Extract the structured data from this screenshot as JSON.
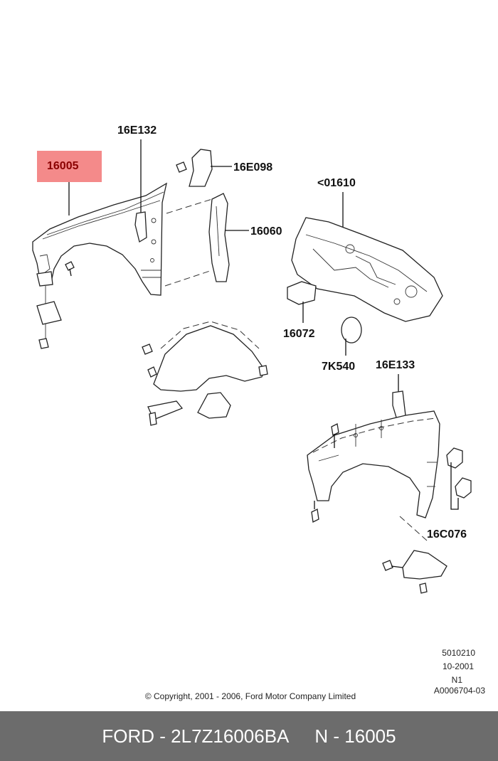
{
  "highlight_color": "#f48a8a",
  "labels": {
    "p16005": "16005",
    "p16E132": "16E132",
    "p16E098": "16E098",
    "p01610": "<01610",
    "p16060": "16060",
    "p16072": "16072",
    "p7K540": "7K540",
    "p16E133": "16E133",
    "p16C076": "16C076"
  },
  "info": {
    "line1": "5010210",
    "line2": "10-2001",
    "line3": "N1",
    "line4": "A0006704-03"
  },
  "copyright": "© Copyright, 2001 - 2006, Ford Motor Company Limited",
  "footer": {
    "part_number": "FORD - 2L7Z16006BA",
    "reference": "N - 16005"
  }
}
